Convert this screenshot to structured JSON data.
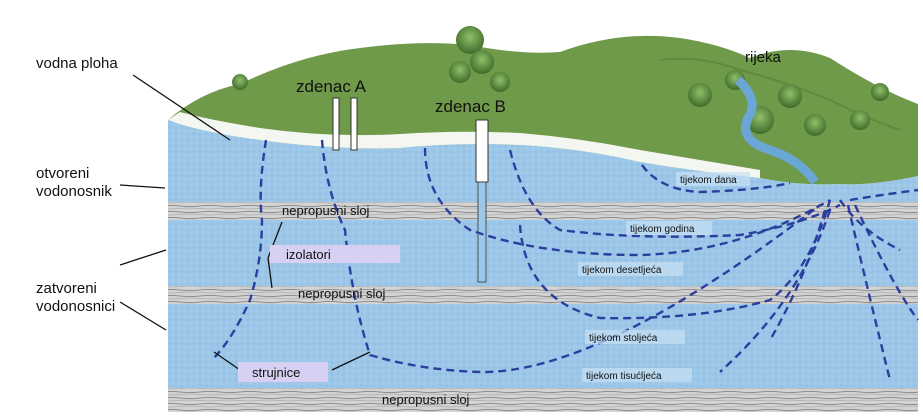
{
  "labels": {
    "water_table": "vodna ploha",
    "well_a": "zdenac A",
    "well_b": "zdenac B",
    "river": "rijeka",
    "open_aquifer_1": "otvoreni",
    "open_aquifer_2": "vodonosnik",
    "confined_aquifers_1": "zatvoreni",
    "confined_aquifers_2": "vodonosnici",
    "impermeable_1": "nepropusni sloj",
    "impermeable_2": "nepropusni sloj",
    "impermeable_3": "nepropusni sloj",
    "isolators": "izolatori",
    "streamlines": "strujnice",
    "days": "tijekom dana",
    "years": "tijekom godina",
    "decades": "tijekom desetljeća",
    "centuries": "tijekom stoljeća",
    "millennia": "tijekom tisućljeća"
  },
  "colors": {
    "sky": "#ffffff",
    "hill": "#6f9a4a",
    "hill_dark": "#4f7a34",
    "aquifer": "#9cc7e8",
    "aquifer_light": "#b9d9f1",
    "impermeable": "#c9c9c9",
    "impermeable_stripe": "#6d6d6d",
    "flowline": "#2b3f9e",
    "river": "#6aa7d6",
    "callout": "#d8d0f3"
  }
}
